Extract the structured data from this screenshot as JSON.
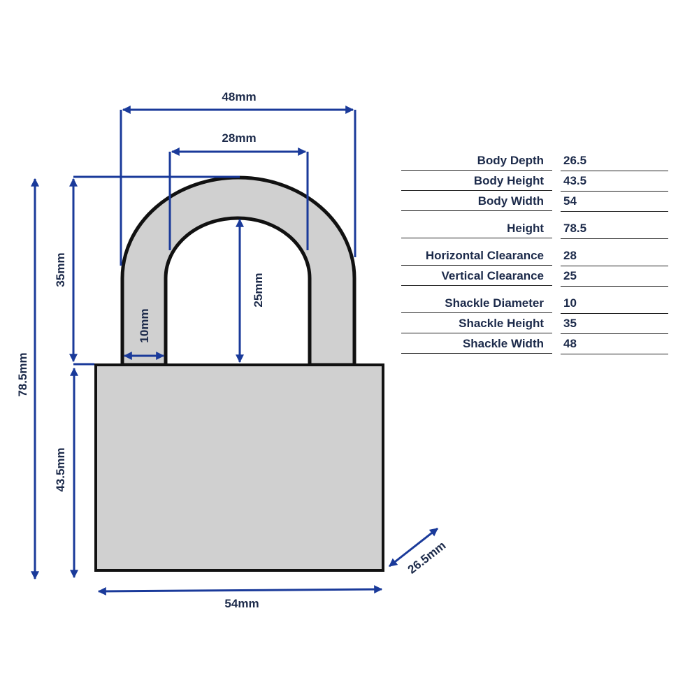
{
  "colors": {
    "dimension_line": "#1a3a9a",
    "label_text": "#1c2a4a",
    "padlock_fill": "#d0d0d0",
    "padlock_outline": "#111111"
  },
  "dimensions": {
    "shackle_width": "48mm",
    "horizontal_clearance": "28mm",
    "shackle_height": "35mm",
    "vertical_clearance": "25mm",
    "shackle_diameter": "10mm",
    "height": "78.5mm",
    "body_height": "43.5mm",
    "body_width": "54mm",
    "body_depth": "26.5mm"
  },
  "specs": [
    {
      "label": "Body Depth",
      "value": "26.5"
    },
    {
      "label": "Body Height",
      "value": "43.5"
    },
    {
      "label": "Body Width",
      "value": "54"
    },
    {
      "label": "Height",
      "value": "78.5"
    },
    {
      "label": "Horizontal Clearance",
      "value": "28"
    },
    {
      "label": "Vertical Clearance",
      "value": "25"
    },
    {
      "label": "Shackle Diameter",
      "value": "10"
    },
    {
      "label": "Shackle Height",
      "value": "35"
    },
    {
      "label": "Shackle Width",
      "value": "48"
    }
  ]
}
